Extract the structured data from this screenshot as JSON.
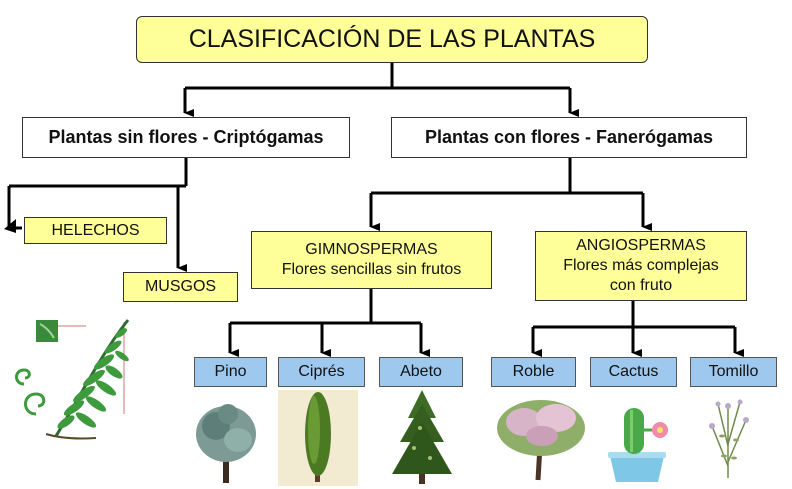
{
  "title": "CLASIFICACIÓN DE LAS PLANTAS",
  "cryptogams": {
    "label": "Plantas sin flores - Criptógamas",
    "children": [
      "HELECHOS",
      "MUSGOS"
    ]
  },
  "phanerogams": {
    "label": "Plantas con flores - Fanerógamas",
    "gymnosperms": {
      "line1": "GIMNOSPERMAS",
      "line2": "Flores sencillas sin frutos",
      "examples": [
        "Pino",
        "Ciprés",
        "Abeto"
      ]
    },
    "angiosperms": {
      "line1": "ANGIOSPERMAS",
      "line2": "Flores más complejas",
      "line3": "con fruto",
      "examples": [
        "Roble",
        "Cactus",
        "Tomillo"
      ]
    }
  },
  "colors": {
    "yellow_box": "#ffff99",
    "blue_box": "#9ec8ee",
    "connector": "#000000"
  },
  "illustrations": [
    "fern-icon",
    "pine-tree-icon",
    "cypress-tree-icon",
    "fir-tree-icon",
    "oak-tree-icon",
    "cactus-icon",
    "thyme-icon"
  ]
}
